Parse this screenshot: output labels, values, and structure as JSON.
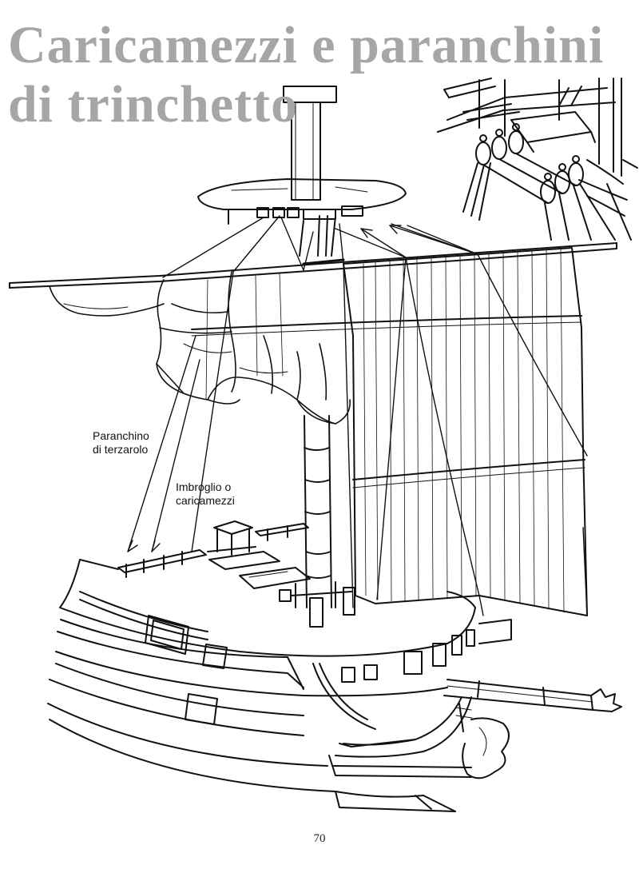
{
  "title": {
    "line1": "Caricamezzi e paranchini",
    "line2": "di trinchetto"
  },
  "labels": {
    "paranchino_line1": "Paranchino",
    "paranchino_line2": "di terzarolo",
    "imbroglio_line1": "Imbroglio o",
    "imbroglio_line2": "caricamezzi"
  },
  "page_number": "70",
  "colors": {
    "title": "#a6a6a6",
    "ink": "#111111",
    "paper": "#ffffff"
  }
}
